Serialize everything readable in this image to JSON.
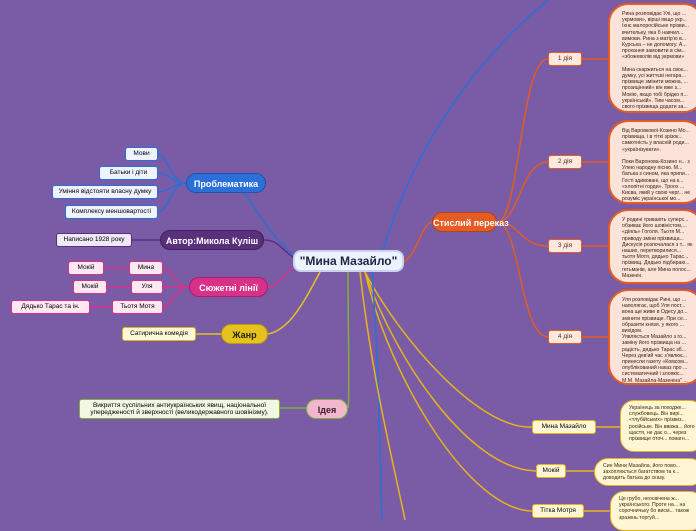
{
  "central": "\"Мина Мазайло\"",
  "problematics": {
    "title": "Проблематика",
    "items": [
      "Мови",
      "Батьки і діти",
      "Уміння відстояти власну думку",
      "Комплексу меншовартості"
    ]
  },
  "author": {
    "title": "Автор:Микола Куліш",
    "written": "Написано 1928 року"
  },
  "plot_lines": {
    "title": "Сюжетні лінії",
    "pairs": [
      {
        "left": "Мокій",
        "right": "Мина"
      },
      {
        "left": "Мокій",
        "right": "Уля"
      },
      {
        "left": "Дядько Тарас та ін.",
        "right": "Тьотя Мотя"
      }
    ]
  },
  "genre": {
    "title": "Жанр",
    "value": "Сатирична комедія"
  },
  "idea": {
    "title": "Ідея",
    "text": "Викриття суспільних антиукраїнських явищ, національної упередженості й зверхності (великодержавного шовінізму)."
  },
  "summary": {
    "title": "Стислий переказ",
    "acts": [
      {
        "label": "1 дія",
        "text": "Рина розповідає Улі, що ... укрмови», вірші якщо укр... їхнє малоросійське прізви... вчительку, яка б навчил... вимови. Рина з матір'ю в... Курська – не допомогу. А... прохання замовити в сім... «збожеволів від укрмови»\n\nМина скаржиться на своє... думку, усі життєві негара... прізвище змінити можна, ... прозицінний» він вже з... Мокію, якщо тобі брідко п... українській». Тим часом... свого прізвища додати за..."
      },
      {
        "label": "2 дія",
        "text": "Від Варовкової-Козино Мо... прізвища, і в тіткі зрізок... самотність у власній роди... «українізувати».\n\nПоки Варонова-Козино н... з Улею народну пісню. М... батька з сином, яка припи... Гості здивовані, що на к... «хлопітні горди». Троох ... Києва, який у свою черг... не розуміє української мо..."
      },
      {
        "label": "3 дія",
        "text": "У родині тривають суперс... обзиває його шовіністом,... «діяль» Гоголя. Тьотя М... приводу зміни прізвища... Дискусія розпочалася з т... як наших, перетворилися... тьотя Мотя, дядько Тарас... прізвищ. Дядько підбираю... гетьманів, але Мина полос... Мазенін."
      },
      {
        "label": "4 дія",
        "text": "Уля розповідає Рині, що ... наполягає, щоб Уля пост... вона ще живе в Одесу до... змінити прізвище. При се... образити князя, у якого ... вихідом.\nУявляється Мазайло з го... заміну його прізвища на ... радість, дядько Тарас зб... Через дев'ий час з'явлює... принесли газету «Комсом... опублікований наказ про ... систематичний і злоякіс... М.М. Мазайла-Мазеніна\" ..."
      }
    ]
  },
  "characters": [
    {
      "label": "Мина Мазайло",
      "text": "Українець за походже... службовець. Він вирі... «тлубійських» прізвиз... російське. Він вважа... його щастя, не дає о... через прізвище оточ... повагн..."
    },
    {
      "label": "Мокій",
      "text": "Син Мини Мазайла, його пово... захоплюється багатством та к... доводить батька до сказу."
    },
    {
      "label": "Тітка Мотря",
      "text": "Це грубо, неосвічена ж... українського. Проте на... на сорочничьку бо висм... також зразень торгуй..."
    }
  ],
  "colors": {
    "background": "#7a5ca6",
    "blue": "#2b6fd8",
    "pink": "#d8318a",
    "purple": "#5a2f7c",
    "yellow": "#e6c21f",
    "green": "#7fb03a",
    "orange": "#e45b24",
    "gold": "#e8b31a"
  }
}
